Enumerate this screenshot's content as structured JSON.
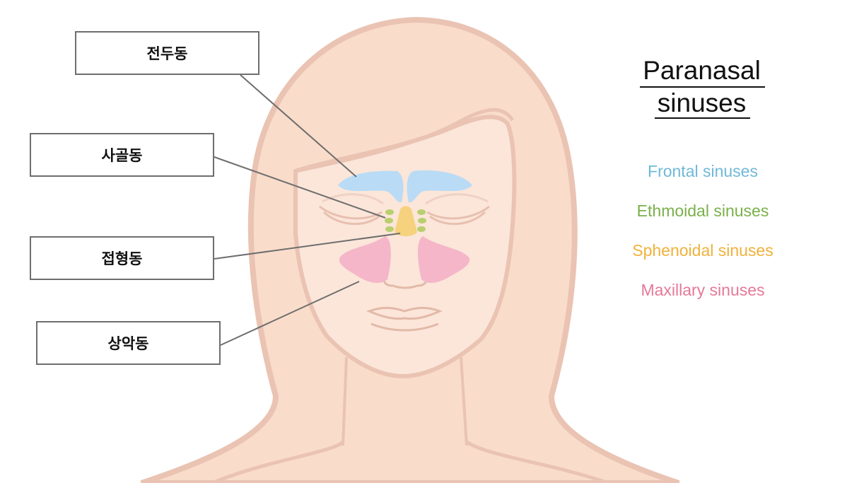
{
  "callouts": {
    "frontal": "전두동",
    "ethmoid": "사골동",
    "sphenoid": "접형동",
    "maxillary": "상악동"
  },
  "title": {
    "line1": "Paranasal",
    "line2": "sinuses"
  },
  "legend": {
    "frontal": {
      "label": "Frontal sinuses",
      "color": "#6fb8d8"
    },
    "ethmoid": {
      "label": "Ethmoidal sinuses",
      "color": "#7ab04a"
    },
    "sphenoid": {
      "label": "Sphenoidal sinuses",
      "color": "#f0b13c"
    },
    "maxillary": {
      "label": "Maxillary sinuses",
      "color": "#e5799a"
    }
  },
  "colors": {
    "skin": "#fbe4d6",
    "outline": "#eac3b3",
    "frontal_fill": "#b9dbf5",
    "ethmoid_fill": "#b9cf6f",
    "sphenoid_fill": "#f6d27e",
    "maxillary_fill": "#f4b6c8",
    "leader_line": "#6e6e6e"
  }
}
